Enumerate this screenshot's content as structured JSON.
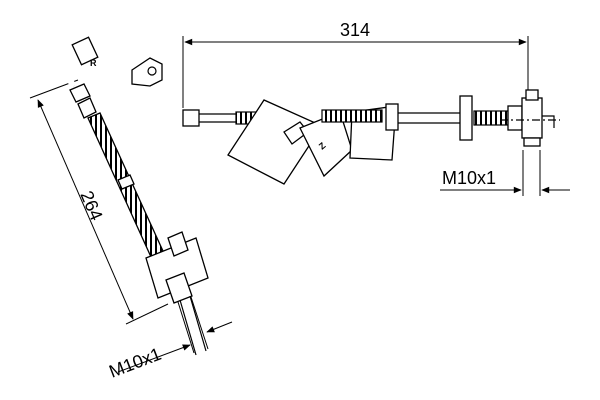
{
  "diagram": {
    "dimensions": {
      "length_horizontal": "314",
      "length_angled": "264",
      "thread_right": "M10x1",
      "thread_left": "M10x1"
    },
    "markings": {
      "side_mark": "R"
    },
    "colors": {
      "line": "#000000",
      "background": "#ffffff"
    }
  }
}
